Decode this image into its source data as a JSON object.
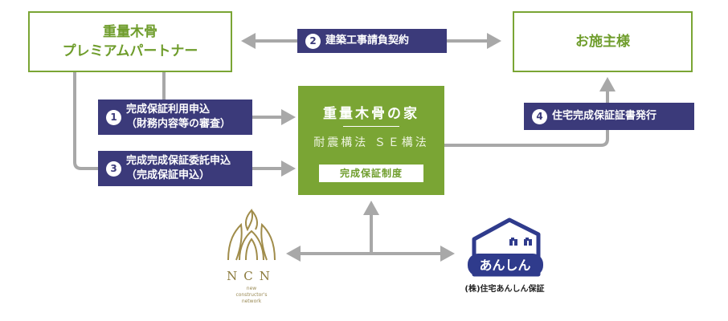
{
  "partner": {
    "line1": "重量木骨",
    "line2": "プレミアムパートナー"
  },
  "client": {
    "label": "お施主様"
  },
  "steps": {
    "s1": {
      "num": "1",
      "line1": "完成保証利用申込",
      "line2": "（財務内容等の審査）"
    },
    "s2": {
      "num": "2",
      "label": "建築工事請負契約"
    },
    "s3": {
      "num": "3",
      "line1": "完成完成保証委託申込",
      "line2": "（完成保証申込）"
    },
    "s4": {
      "num": "4",
      "label": "住宅完成保証証書発行"
    }
  },
  "center": {
    "title": "重量木骨の家",
    "subtitle": "耐震構法 ＳＥ構法",
    "label": "完成保証制度"
  },
  "ncn": {
    "name": "NCN",
    "tag1": "new",
    "tag2": "constructor's",
    "tag3": "network"
  },
  "anshin": {
    "logo_text": "あんしん",
    "caption": "(株)住宅あんしん保証"
  },
  "colors": {
    "green": "#7aa534",
    "navy": "#3b3a7a",
    "arrow": "#a8a8a8",
    "gold": "#8b7a3c"
  }
}
